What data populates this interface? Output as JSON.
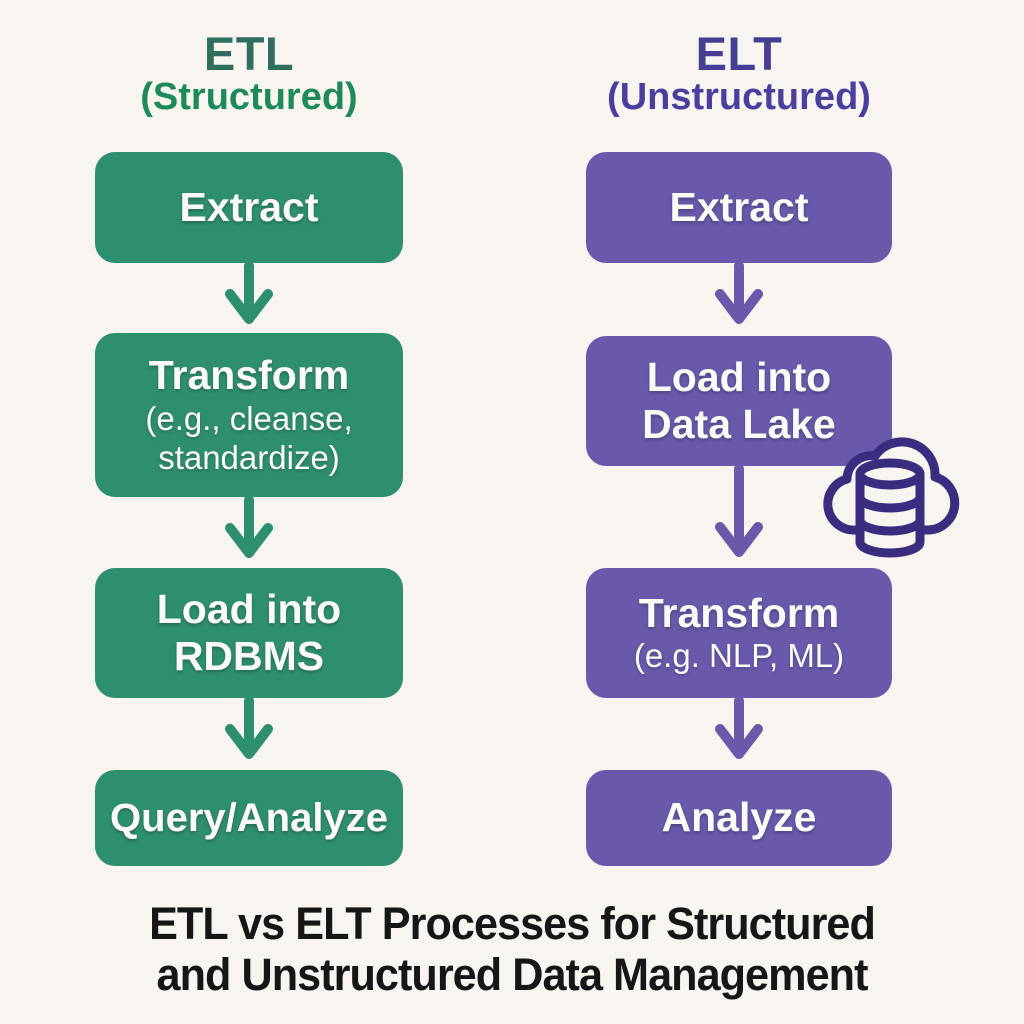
{
  "colors": {
    "background": "#f8f5f1",
    "etl_box": "#2e8f6e",
    "etl_title": "#2f6e5d",
    "etl_subtitle": "#1e8a5c",
    "elt_box": "#6a58ab",
    "elt_title": "#453e92",
    "elt_subtitle": "#4a3f9e",
    "icon_outline": "#3a2d80",
    "box_text": "#fbfaf7",
    "caption_text": "#161616"
  },
  "columns": [
    {
      "title": "ETL",
      "subtitle": "(Structured)",
      "steps": [
        {
          "name": "extract",
          "lines": [
            "Extract"
          ]
        },
        {
          "name": "transform",
          "lines": [
            "Transform"
          ],
          "sub_lines": [
            "(e.g., cleanse,",
            "standardize)"
          ]
        },
        {
          "name": "load-rdbms",
          "lines": [
            "Load into",
            "RDBMS"
          ]
        },
        {
          "name": "query-analyze",
          "lines": [
            "Query/Analyze"
          ]
        }
      ]
    },
    {
      "title": "ELT",
      "subtitle": "(Unstructured)",
      "steps": [
        {
          "name": "extract",
          "lines": [
            "Extract"
          ]
        },
        {
          "name": "load-data-lake",
          "lines": [
            "Load into",
            "Data Lake"
          ]
        },
        {
          "name": "transform",
          "lines": [
            "Transform"
          ],
          "sub_lines": [
            "(e.g. NLP, ML)"
          ]
        },
        {
          "name": "analyze",
          "lines": [
            "Analyze"
          ]
        }
      ]
    }
  ],
  "icons": {
    "cloud_database": "cloud-database-icon",
    "arrow_down": "arrow-down-icon"
  },
  "caption": {
    "lines": [
      "ETL vs ELT Processes for Structured",
      "and Unstructured Data Management"
    ]
  }
}
